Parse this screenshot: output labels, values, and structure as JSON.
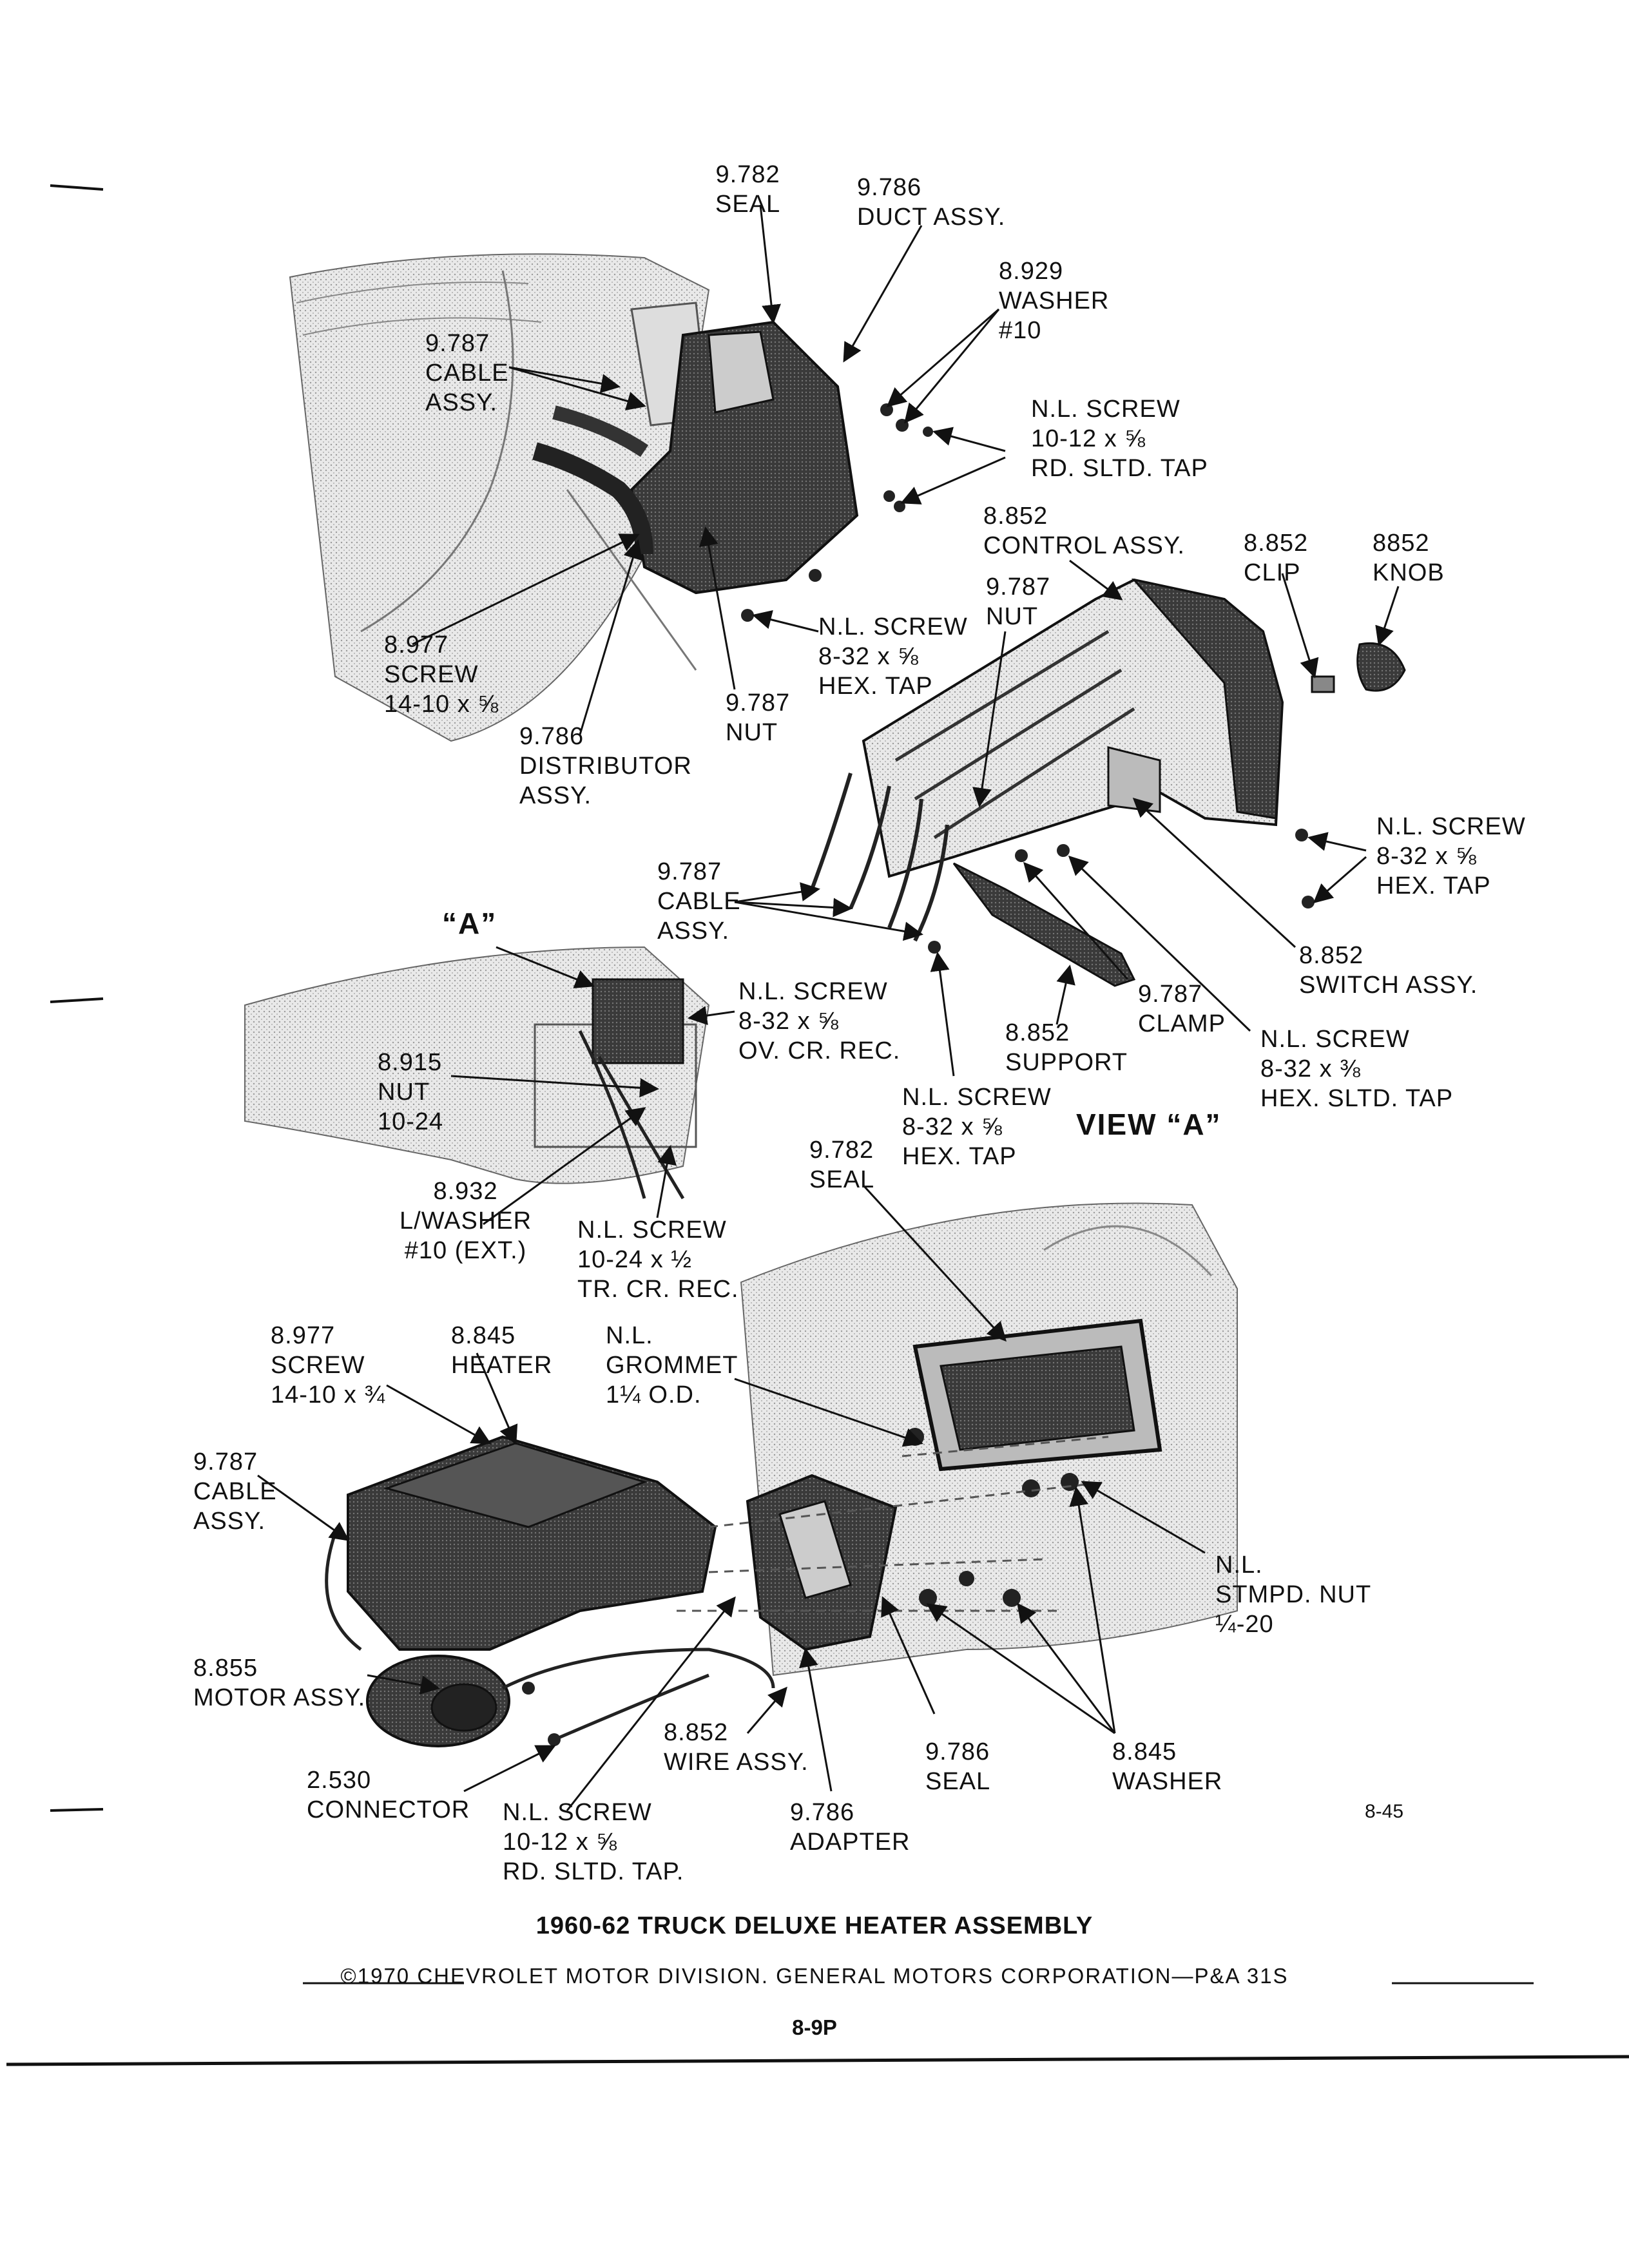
{
  "labels": {
    "seal_top": {
      "num": "9.782",
      "name": "SEAL"
    },
    "duct_assy": {
      "num": "9.786",
      "name": "DUCT ASSY."
    },
    "washer_10": {
      "num": "8.929",
      "name": "WASHER",
      "extra": "#10"
    },
    "cable_assy_top": {
      "num": "9.787",
      "name": "CABLE",
      "extra": "ASSY."
    },
    "screw_10_12_top": {
      "num": "N.L. SCREW",
      "name": "10-12 x ⅝",
      "extra": "RD. SLTD. TAP"
    },
    "control_assy": {
      "num": "8.852",
      "name": "CONTROL ASSY."
    },
    "clip": {
      "num": "8.852",
      "name": "CLIP"
    },
    "knob": {
      "num": "8852",
      "name": "KNOB"
    },
    "nut_control": {
      "num": "9.787",
      "name": "NUT"
    },
    "screw_8_32_hex_top": {
      "num": "N.L. SCREW",
      "name": "8-32 x ⅝",
      "extra": "HEX. TAP"
    },
    "screw_14_10_top": {
      "num": "8.977",
      "name": "SCREW",
      "extra": "14-10 x ⅝"
    },
    "nut_distributor": {
      "num": "9.787",
      "name": "NUT"
    },
    "distributor_assy": {
      "num": "9.786",
      "name": "DISTRIBUTOR",
      "extra": "ASSY."
    },
    "cable_assy_mid": {
      "num": "9.787",
      "name": "CABLE",
      "extra": "ASSY."
    },
    "screw_8_32_hex_right": {
      "num": "N.L. SCREW",
      "name": "8-32 x ⅝",
      "extra": "HEX. TAP"
    },
    "view_a_marker": "“A”",
    "switch_assy": {
      "num": "8.852",
      "name": "SWITCH ASSY."
    },
    "screw_ov_cr": {
      "num": "N.L. SCREW",
      "name": "8-32 x ⅝",
      "extra": "OV. CR. REC."
    },
    "clamp": {
      "num": "9.787",
      "name": "CLAMP"
    },
    "support": {
      "num": "8.852",
      "name": "SUPPORT"
    },
    "screw_hex_sltd": {
      "num": "N.L. SCREW",
      "name": "8-32 x ⅜",
      "extra": "HEX. SLTD. TAP"
    },
    "nut_10_24": {
      "num": "8.915",
      "name": "NUT",
      "extra": "10-24"
    },
    "screw_8_32_hex_low": {
      "num": "N.L. SCREW",
      "name": "8-32 x ⅝",
      "extra": "HEX. TAP"
    },
    "view_a": "VIEW “A”",
    "seal_mid": {
      "num": "9.782",
      "name": "SEAL"
    },
    "lwasher": {
      "num": "8.932",
      "name": "L/WASHER",
      "extra": "#10 (EXT.)"
    },
    "screw_tr_cr": {
      "num": "N.L. SCREW",
      "name": "10-24 x ½",
      "extra": "TR. CR. REC."
    },
    "screw_14_10_low": {
      "num": "8.977",
      "name": "SCREW",
      "extra": "14-10 x ¾"
    },
    "heater": {
      "num": "8.845",
      "name": "HEATER"
    },
    "grommet": {
      "num": "N.L.",
      "name": "GROMMET",
      "extra": "1¼ O.D."
    },
    "cable_assy_low": {
      "num": "9.787",
      "name": "CABLE",
      "extra": "ASSY."
    },
    "stmpd_nut": {
      "num": "N.L.",
      "name": "STMPD. NUT",
      "extra": "¼-20"
    },
    "motor_assy": {
      "num": "8.855",
      "name": "MOTOR ASSY."
    },
    "wire_assy": {
      "num": "8.852",
      "name": "WIRE ASSY."
    },
    "seal_low": {
      "num": "9.786",
      "name": "SEAL"
    },
    "washer_low": {
      "num": "8.845",
      "name": "WASHER"
    },
    "connector": {
      "num": "2.530",
      "name": "CONNECTOR"
    },
    "screw_10_12_low": {
      "num": "N.L. SCREW",
      "name": "10-12 x ⅝",
      "extra": "RD. SLTD. TAP."
    },
    "adapter": {
      "num": "9.786",
      "name": "ADAPTER"
    }
  },
  "figure_number": "8-45",
  "title": "1960-62 TRUCK DELUXE HEATER ASSEMBLY",
  "copyright": "©1970 CHEVROLET MOTOR DIVISION. GENERAL MOTORS CORPORATION—P&A 31S",
  "page_number": "8-9P"
}
